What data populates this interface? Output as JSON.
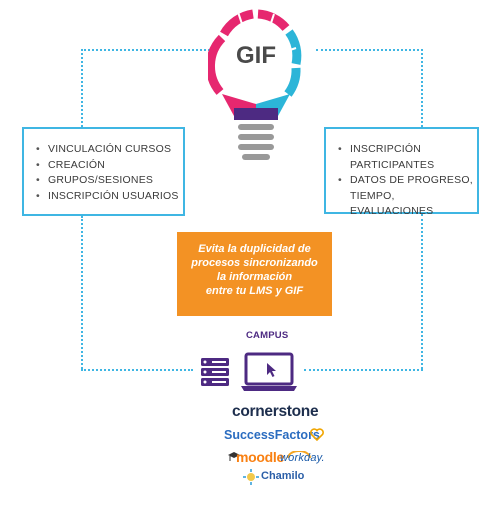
{
  "bulb": {
    "label": "GIF",
    "colors": [
      "#e6276f",
      "#2cb5d8",
      "#4d2a82",
      "#999999"
    ]
  },
  "left_box": {
    "items": [
      "VINCULACIÓN CURSOS",
      "CREACIÓN",
      "GRUPOS/SESIONES",
      "INSCRIPCIÓN USUARIOS"
    ]
  },
  "right_box": {
    "items": [
      "INSCRIPCIÓN PARTICIPANTES",
      "DATOS DE PROGRESO, TIEMPO, EVALUACIONES"
    ],
    "items_display": [
      [
        "INSCRIPCIÓN",
        "PARTICIPANTES"
      ],
      [
        "DATOS DE PROGRESO,",
        "TIEMPO, EVALUACIONES"
      ]
    ]
  },
  "callout": {
    "lines": [
      "Evita la duplicidad de",
      "procesos sincronizando",
      "la información",
      "entre tu LMS y GIF"
    ],
    "color": "#f39224"
  },
  "campus": {
    "title": "CAMPUS",
    "color": "#4d2a82"
  },
  "logos": {
    "cornerstone": "cornerstone",
    "successfactors": "SuccessFactors",
    "moodle": "moodle",
    "workday": "workday.",
    "chamilo": "Chamilo"
  },
  "icons": {
    "bulb": "lightbulb-icon",
    "server": "server-icon",
    "laptop": "laptop-icon",
    "cursor": "cursor-icon",
    "heart": "heart-icon"
  }
}
